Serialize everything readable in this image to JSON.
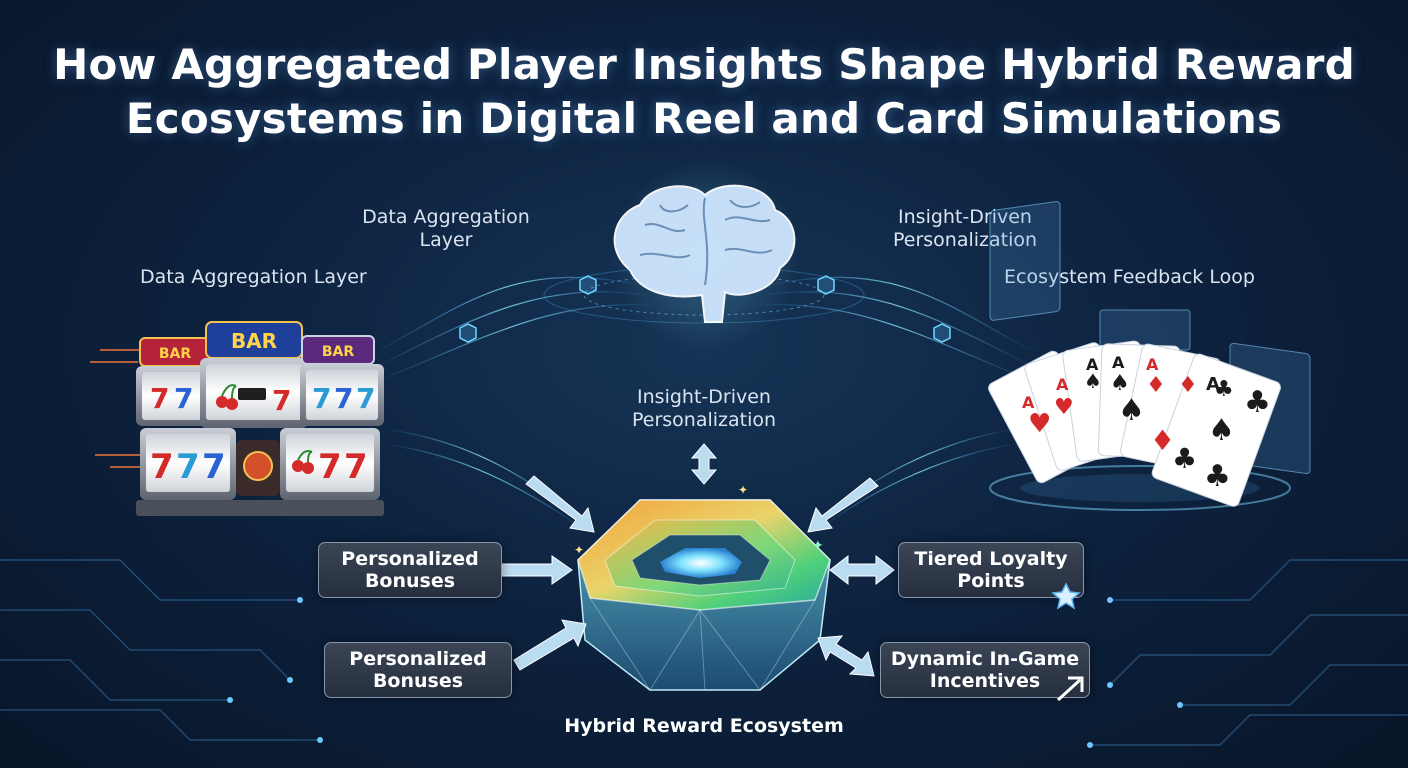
{
  "title_lines": [
    "How Aggregated Player Insights Shape Hybrid Reward",
    "Ecosystems in Digital Reel and Card Simulations"
  ],
  "labels": {
    "data_aggregation_left": "Data Aggregation Layer",
    "data_aggregation_center": [
      "Data Aggregation",
      "Layer"
    ],
    "insight_personalization_top": [
      "Insight-Driven",
      "Personalization"
    ],
    "ecosystem_feedback": "Ecosystem Feedback Loop",
    "insight_personalization_center": [
      "Insight-Driven",
      "Personalization"
    ],
    "hybrid_ecosystem": "Hybrid Reward Ecosystem"
  },
  "boxes": {
    "personalized_bonuses_1": [
      "Personalized",
      "Bonuses"
    ],
    "personalized_bonuses_2": [
      "Personalized",
      "Bonuses"
    ],
    "tiered_loyalty": [
      "Tiered Loyalty",
      "Points"
    ],
    "dynamic_incentives": [
      "Dynamic In-Game",
      "Incentives"
    ]
  },
  "slot_symbols": {
    "bar": "BAR",
    "seven": "7"
  },
  "card_symbols": {
    "ace": "A",
    "spade": "♠",
    "heart": "♥",
    "club": "♣",
    "diamond": "♦"
  },
  "colors": {
    "background": "#0d2340",
    "accent_cyan": "#5fd4ff",
    "gem_green": "#4fd07a",
    "gem_orange": "#f2a13a",
    "box_border": "#8796ab"
  }
}
